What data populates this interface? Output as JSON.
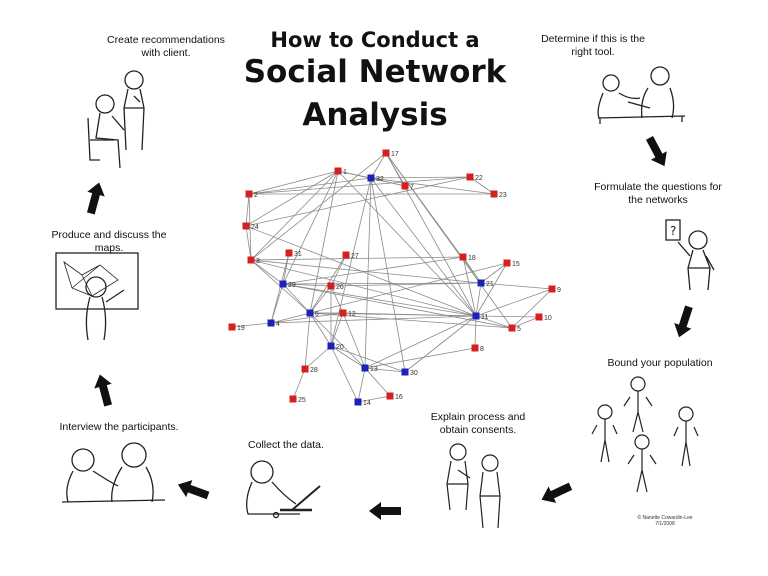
{
  "title": {
    "line1": "How to Conduct a",
    "line2": "Social Network",
    "line3": "Analysis"
  },
  "steps": {
    "s1": "Determine if this is the right tool.",
    "s2": "Formulate the questions for the networks",
    "s3": "Bound your population",
    "s4": "Explain process and obtain consents.",
    "s5": "Collect the data.",
    "s6": "Interview the participants.",
    "s7": "Produce and discuss the maps.",
    "s8": "Create recommendations with client."
  },
  "copyright": {
    "line1": "© Nanette Cowardin-Lee",
    "line2": "7/1/2008"
  },
  "colors": {
    "red_node": "#d42020",
    "blue_node": "#1a22b8",
    "edge": "#8a8a8a",
    "arrow": "#111111"
  },
  "network": {
    "nodes": [
      {
        "id": "17",
        "label": "17",
        "color": "red"
      },
      {
        "id": "1",
        "label": "1",
        "color": "red"
      },
      {
        "id": "32",
        "label": "32",
        "color": "blue"
      },
      {
        "id": "7",
        "label": "7",
        "color": "red"
      },
      {
        "id": "22",
        "label": "22",
        "color": "red"
      },
      {
        "id": "23",
        "label": "23",
        "color": "red"
      },
      {
        "id": "2",
        "label": "2",
        "color": "red"
      },
      {
        "id": "24",
        "label": "24",
        "color": "red"
      },
      {
        "id": "3",
        "label": "3",
        "color": "red"
      },
      {
        "id": "31",
        "label": "31",
        "color": "red"
      },
      {
        "id": "27",
        "label": "27",
        "color": "red"
      },
      {
        "id": "18",
        "label": "18",
        "color": "red"
      },
      {
        "id": "15",
        "label": "15",
        "color": "red"
      },
      {
        "id": "29",
        "label": "29",
        "color": "blue"
      },
      {
        "id": "26",
        "label": "26",
        "color": "red"
      },
      {
        "id": "21",
        "label": "21",
        "color": "blue"
      },
      {
        "id": "9",
        "label": "9",
        "color": "red"
      },
      {
        "id": "19",
        "label": "19",
        "color": "red"
      },
      {
        "id": "4",
        "label": "4",
        "color": "blue"
      },
      {
        "id": "6",
        "label": "6",
        "color": "blue"
      },
      {
        "id": "12",
        "label": "12",
        "color": "red"
      },
      {
        "id": "11",
        "label": "11",
        "color": "blue"
      },
      {
        "id": "10",
        "label": "10",
        "color": "red"
      },
      {
        "id": "5",
        "label": "5",
        "color": "red"
      },
      {
        "id": "20",
        "label": "20",
        "color": "blue"
      },
      {
        "id": "8",
        "label": "8",
        "color": "red"
      },
      {
        "id": "28",
        "label": "28",
        "color": "red"
      },
      {
        "id": "13",
        "label": "13",
        "color": "blue"
      },
      {
        "id": "30",
        "label": "30",
        "color": "blue"
      },
      {
        "id": "25",
        "label": "25",
        "color": "red"
      },
      {
        "id": "14",
        "label": "14",
        "color": "blue"
      },
      {
        "id": "16",
        "label": "16",
        "color": "red"
      }
    ],
    "edges": [
      [
        "1",
        "32"
      ],
      [
        "1",
        "2"
      ],
      [
        "1",
        "24"
      ],
      [
        "1",
        "3"
      ],
      [
        "1",
        "29"
      ],
      [
        "1",
        "11"
      ],
      [
        "1",
        "6"
      ],
      [
        "1",
        "7"
      ],
      [
        "32",
        "17"
      ],
      [
        "32",
        "7"
      ],
      [
        "32",
        "22"
      ],
      [
        "32",
        "23"
      ],
      [
        "32",
        "2"
      ],
      [
        "32",
        "11"
      ],
      [
        "32",
        "13"
      ],
      [
        "32",
        "30"
      ],
      [
        "32",
        "20"
      ],
      [
        "17",
        "7"
      ],
      [
        "17",
        "3"
      ],
      [
        "17",
        "11"
      ],
      [
        "17",
        "5"
      ],
      [
        "17",
        "21"
      ],
      [
        "2",
        "23"
      ],
      [
        "2",
        "22"
      ],
      [
        "2",
        "24"
      ],
      [
        "2",
        "3"
      ],
      [
        "24",
        "3"
      ],
      [
        "24",
        "11"
      ],
      [
        "24",
        "22"
      ],
      [
        "3",
        "29"
      ],
      [
        "3",
        "11"
      ],
      [
        "3",
        "21"
      ],
      [
        "3",
        "6"
      ],
      [
        "3",
        "18"
      ],
      [
        "31",
        "29"
      ],
      [
        "31",
        "4"
      ],
      [
        "27",
        "26"
      ],
      [
        "27",
        "6"
      ],
      [
        "18",
        "21"
      ],
      [
        "18",
        "29"
      ],
      [
        "18",
        "11"
      ],
      [
        "15",
        "21"
      ],
      [
        "15",
        "11"
      ],
      [
        "15",
        "6"
      ],
      [
        "21",
        "11"
      ],
      [
        "21",
        "29"
      ],
      [
        "21",
        "9"
      ],
      [
        "21",
        "26"
      ],
      [
        "9",
        "11"
      ],
      [
        "9",
        "5"
      ],
      [
        "10",
        "5"
      ],
      [
        "10",
        "11"
      ],
      [
        "5",
        "11"
      ],
      [
        "5",
        "6"
      ],
      [
        "29",
        "26"
      ],
      [
        "29",
        "6"
      ],
      [
        "29",
        "4"
      ],
      [
        "29",
        "11"
      ],
      [
        "29",
        "5"
      ],
      [
        "26",
        "6"
      ],
      [
        "26",
        "20"
      ],
      [
        "26",
        "12"
      ],
      [
        "4",
        "19"
      ],
      [
        "4",
        "6"
      ],
      [
        "4",
        "12"
      ],
      [
        "4",
        "11"
      ],
      [
        "6",
        "12"
      ],
      [
        "6",
        "20"
      ],
      [
        "6",
        "11"
      ],
      [
        "6",
        "13"
      ],
      [
        "6",
        "28"
      ],
      [
        "12",
        "20"
      ],
      [
        "12",
        "13"
      ],
      [
        "12",
        "11"
      ],
      [
        "11",
        "8"
      ],
      [
        "11",
        "30"
      ],
      [
        "11",
        "13"
      ],
      [
        "20",
        "28"
      ],
      [
        "20",
        "13"
      ],
      [
        "20",
        "14"
      ],
      [
        "20",
        "30"
      ],
      [
        "13",
        "30"
      ],
      [
        "13",
        "14"
      ],
      [
        "13",
        "16"
      ],
      [
        "13",
        "8"
      ],
      [
        "28",
        "25"
      ],
      [
        "14",
        "16"
      ],
      [
        "22",
        "23"
      ]
    ]
  }
}
